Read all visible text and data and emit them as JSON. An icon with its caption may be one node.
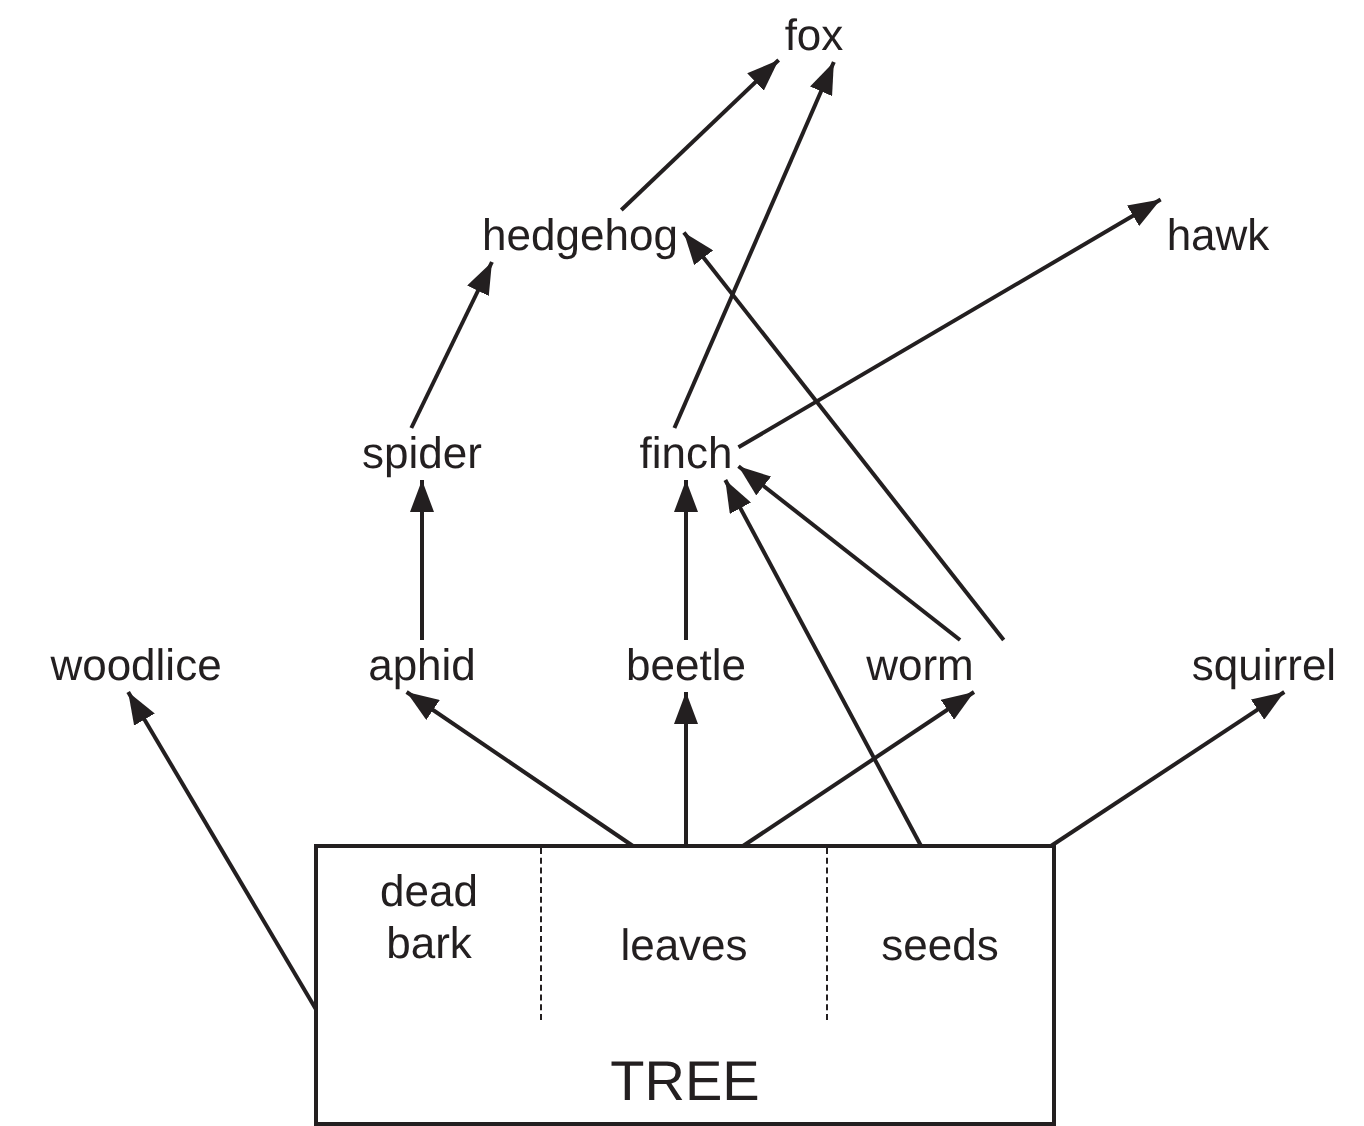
{
  "diagram": {
    "nodes": [
      {
        "text": [
          "fox"
        ]
      },
      {
        "text": [
          "hedgehog"
        ]
      },
      {
        "text": [
          "hawk"
        ]
      },
      {
        "text": [
          "spider"
        ]
      },
      {
        "text": [
          "finch"
        ]
      },
      {
        "text": [
          "woodlice"
        ]
      },
      {
        "text": [
          "aphid"
        ]
      },
      {
        "text": [
          "beetle"
        ]
      },
      {
        "text": [
          "worm"
        ]
      },
      {
        "text": [
          "squirrel"
        ]
      },
      {
        "text": [
          "TREE"
        ]
      },
      {
        "text": [
          "dead bark"
        ],
        "in": 10
      },
      {
        "text": [
          "leaves"
        ],
        "in": 10
      },
      {
        "text": [
          "seeds"
        ],
        "in": 10
      }
    ],
    "edges": [
      {
        "from": 1,
        "to": 0,
        "arrow": "to"
      },
      {
        "from": 4,
        "to": 0,
        "arrow": "to"
      },
      {
        "from": 4,
        "to": 2,
        "arrow": "to"
      },
      {
        "from": 3,
        "to": 1,
        "arrow": "to"
      },
      {
        "from": 8,
        "to": 1,
        "arrow": "to"
      },
      {
        "from": 6,
        "to": 3,
        "arrow": "to"
      },
      {
        "from": 7,
        "to": 4,
        "arrow": "to"
      },
      {
        "from": 8,
        "to": 4,
        "arrow": "to"
      },
      {
        "from": 13,
        "to": 4,
        "arrow": "to"
      },
      {
        "from": 11,
        "to": 5,
        "arrow": "to"
      },
      {
        "from": 12,
        "to": 6,
        "arrow": "to"
      },
      {
        "from": 12,
        "to": 7,
        "arrow": "to"
      },
      {
        "from": 12,
        "to": 8,
        "arrow": "to"
      },
      {
        "from": 13,
        "to": 9,
        "arrow": "to"
      }
    ]
  }
}
